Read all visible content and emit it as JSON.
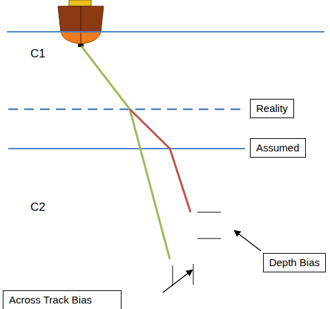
{
  "diagram": {
    "nodes": [
      {
        "text": [
          "Reality"
        ]
      },
      {
        "text": [
          "Assumed"
        ]
      },
      {
        "text": [
          "Depth Bias"
        ]
      },
      {
        "text": [
          "Across Track Bias"
        ]
      }
    ],
    "labels": [
      "C1",
      "C2"
    ]
  }
}
